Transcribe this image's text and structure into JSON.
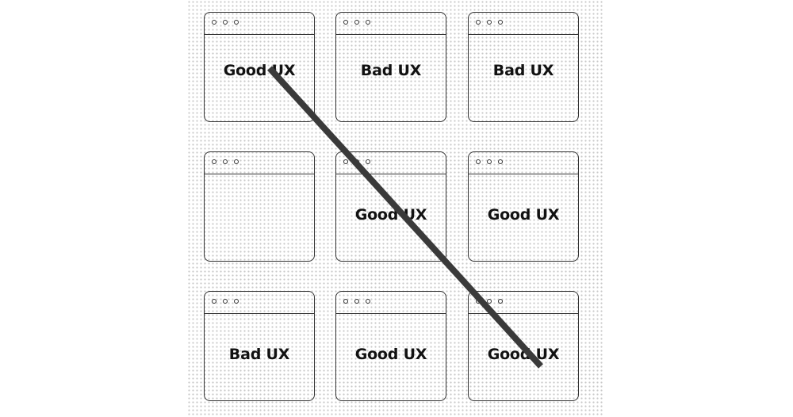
{
  "grid": [
    {
      "label": "Good UX"
    },
    {
      "label": "Bad UX"
    },
    {
      "label": "Bad UX"
    },
    {
      "label": ""
    },
    {
      "label": "Good UX"
    },
    {
      "label": "Good UX"
    },
    {
      "label": "Bad UX"
    },
    {
      "label": "Good UX"
    },
    {
      "label": "Good UX"
    }
  ],
  "colors": {
    "outline": "#333333",
    "text": "#111111",
    "strike": "#3a3a3a",
    "dots": "#c9c9c9"
  },
  "strike_line": {
    "from_cell": 0,
    "to_cell": 8
  }
}
